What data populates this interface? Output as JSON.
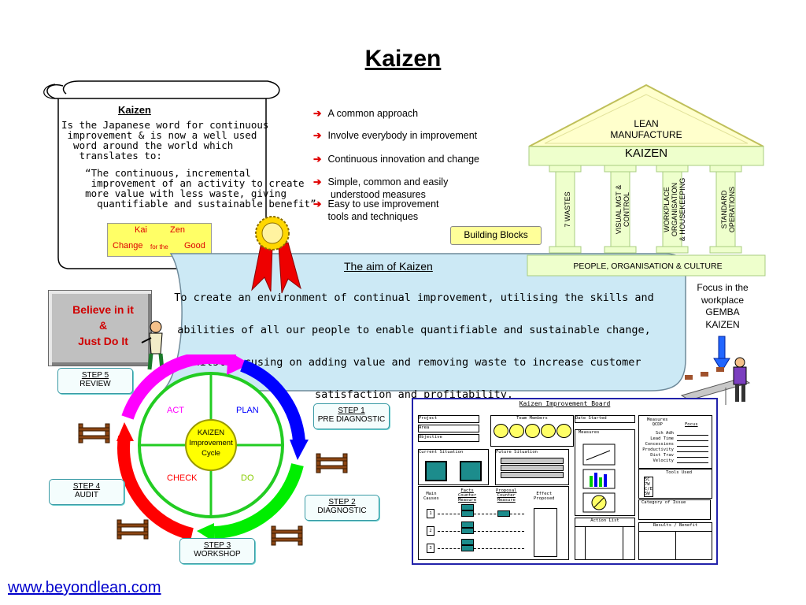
{
  "title": "Kaizen",
  "scroll": {
    "heading": "Kaizen",
    "lines": [
      "Is the Japanese word for continuous",
      " improvement & is now a well used",
      "  word around the world which",
      "   translates to:",
      "",
      "    “The continuous, incremental",
      "     improvement of an activity to create",
      "    more value with less waste, giving",
      "      quantifiable and sustainable benefit”"
    ],
    "kai": "Kai",
    "zen": "Zen",
    "change": "Change",
    "for_the": "for the",
    "good": "Good"
  },
  "bullets": [
    "A common approach",
    "Involve everybody in improvement",
    "Continuous innovation and change",
    "Simple, common and easily\n understood measures",
    "Easy to use improvement\ntools and techniques"
  ],
  "building_blocks": "Building Blocks",
  "temple": {
    "roof": "LEAN\nMANUFACTURE",
    "beam": "KAIZEN",
    "pillars": [
      "7 WASTES",
      "VISUAL MGT &\nCONTROL",
      "WORKPLACE\nORGANISATION\n& HOUSEKEEPING",
      "STANDARD\nOPERATIONS"
    ],
    "base": "PEOPLE, ORGANISATION & CULTURE"
  },
  "aim": {
    "heading": "The aim of Kaizen",
    "lines": [
      "To create an environment of continual improvement, utilising the skills and",
      "abilities of all our people to enable quantifiable and sustainable change,",
      "whilst focusing on adding value and removing waste to increase customer",
      "satisfaction and profitability."
    ]
  },
  "gemba": [
    "Focus in the",
    "workplace",
    "GEMBA",
    "KAIZEN"
  ],
  "believe": [
    "Believe in it",
    "&",
    "Just Do It"
  ],
  "cycle": {
    "center": [
      "KAIZEN",
      "Improvement",
      "Cycle"
    ],
    "quadrants": {
      "act": "ACT",
      "plan": "PLAN",
      "check": "CHECK",
      "do": "DO"
    },
    "colors": {
      "act": "#ff00ff",
      "plan": "#0000ff",
      "check": "#ff0000",
      "do": "#00dd00"
    }
  },
  "steps": [
    {
      "num": "STEP 1",
      "name": "PRE DIAGNOSTIC"
    },
    {
      "num": "STEP 2",
      "name": "DIAGNOSTIC"
    },
    {
      "num": "STEP 3",
      "name": "WORKSHOP"
    },
    {
      "num": "STEP 4",
      "name": "AUDIT"
    },
    {
      "num": "STEP 5",
      "name": "REVIEW"
    }
  ],
  "board": {
    "title": "Kaizen Improvement Board",
    "project": "Project",
    "area": "Area",
    "objective": "Objective",
    "team_members": "Team Members",
    "date_started": "Date Started",
    "measures": "Measures",
    "measures_qcdp": "Measures\nQCDP",
    "focus": "Focus",
    "measure_list": [
      "Sch Adh",
      "Lead Time",
      "Concessions",
      "Productivity",
      "Dist Trav",
      "Velocity"
    ],
    "current_situation": "Current Situation",
    "future_situation": "Future Situation",
    "main_causes": "Main\nCauses",
    "facts": "Facts\nCounter\nMeasure",
    "proposal": "Proposal\nCounter\nMeasure",
    "effect": "Effect\nProposed",
    "tools_used": "Tools Used",
    "tools": [
      "5C",
      "7W",
      "C/E",
      "5W"
    ],
    "category": "Category of Issue",
    "action_list": "Action List",
    "results": "Results / Benefit",
    "rows": [
      "1",
      "2",
      "3"
    ]
  },
  "url": "www.beyondlean.com"
}
